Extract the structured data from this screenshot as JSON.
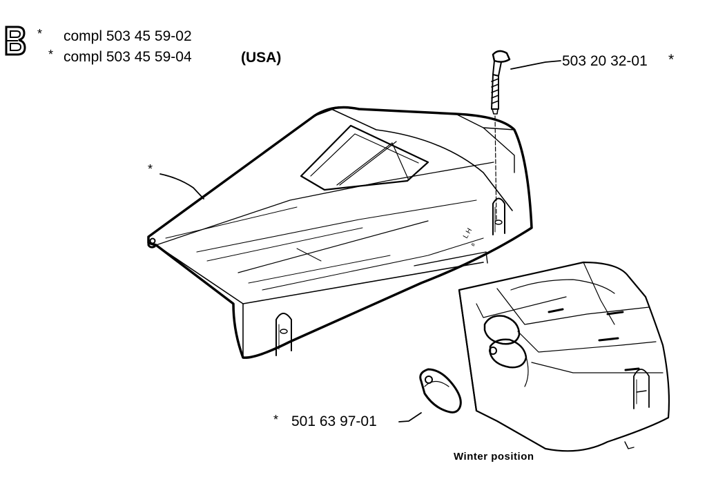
{
  "header": {
    "section_letter": "B",
    "lines": [
      {
        "star": "*",
        "text": "compl 503 45 59-02",
        "note": ""
      },
      {
        "star": "*",
        "text": "compl 503 45 59-04",
        "note": "(USA)"
      }
    ]
  },
  "parts": {
    "bolt": {
      "text": "503 20 32-01",
      "star": "*"
    },
    "cover_marker": {
      "star": "*"
    },
    "winter_plate": {
      "star": "*",
      "text": "501 63 97-01"
    }
  },
  "caption": {
    "winter_position": "Winter position"
  },
  "colors": {
    "ink": "#000000",
    "paper": "#ffffff"
  }
}
